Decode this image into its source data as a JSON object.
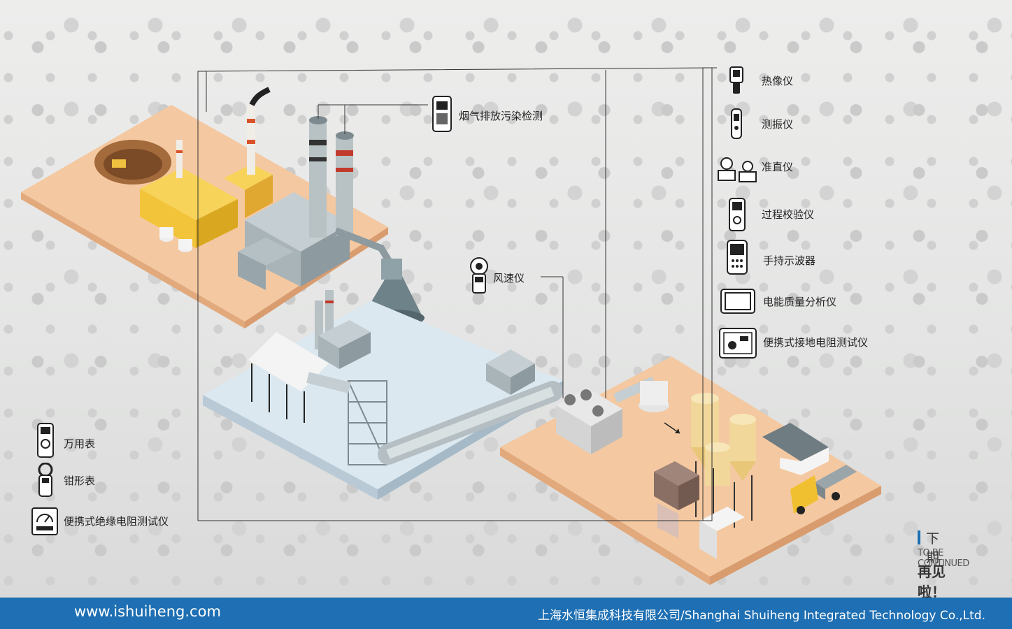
{
  "instruments": {
    "flue_gas": "烟气排放污染检测",
    "anemometer": "风速仪",
    "thermal_imager": "热像仪",
    "vibration_meter": "测振仪",
    "alignment_tool": "准直仪",
    "process_calibrator": "过程校验仪",
    "handheld_oscilloscope": "手持示波器",
    "power_quality_analyzer": "电能质量分析仪",
    "ground_resistance_tester": "便携式接地电阻测试仪",
    "multimeter": "万用表",
    "clamp_meter": "钳形表",
    "insulation_tester": "便携式绝缘电阻测试仪"
  },
  "next_issue": {
    "title": "下期",
    "subtitle_en": "TO BE CONTINUED",
    "subtitle_cn": "再见啦！"
  },
  "footer": {
    "url": "www.ishuiheng.com",
    "company": "上海水恒集成科技有限公司/Shanghai Shuiheng Integrated Technology Co.,Ltd."
  },
  "colors": {
    "footer_blue": "#1e6fb3",
    "platform_orange": "#f4c8a0",
    "platform_blue": "#dbe8f0",
    "building_yellow": "#f2c43a",
    "building_grey": "#a8b4b8"
  }
}
